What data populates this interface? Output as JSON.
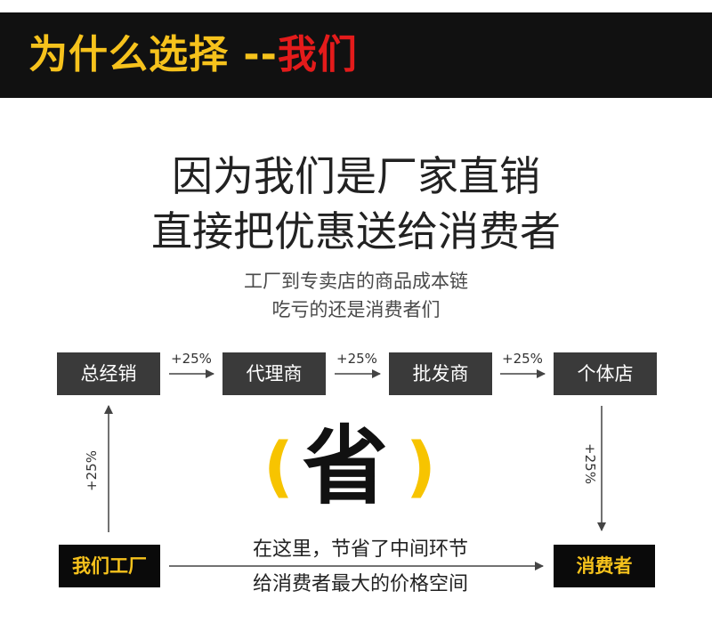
{
  "banner": {
    "title_main": "为什么选择 --",
    "title_accent": "我们"
  },
  "headline": {
    "line1": "因为我们是厂家直销",
    "line2": "直接把优惠送给消费者"
  },
  "subtext": {
    "line1": "工厂到专卖店的商品成本链",
    "line2": "吃亏的还是消费者们"
  },
  "chain": {
    "boxes": [
      "总经销",
      "代理商",
      "批发商",
      "个体店"
    ],
    "markups": [
      "+25%",
      "+25%",
      "+25%"
    ],
    "left_markup": "+25%",
    "right_markup": "+25%"
  },
  "center": {
    "paren_left": "(",
    "word": "省",
    "paren_right": ")"
  },
  "bottom": {
    "factory": "我们工厂",
    "consumer": "消费者",
    "line1": "在这里，节省了中间环节",
    "line2": "给消费者最大的价格空间"
  },
  "colors": {
    "accent_yellow": "#f6c21c",
    "accent_red": "#e41b1b",
    "box_gray": "#3a3a3a",
    "banner_black": "#111111"
  }
}
